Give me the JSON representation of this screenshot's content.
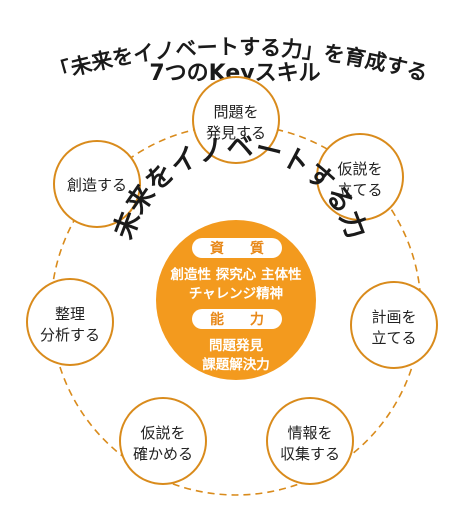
{
  "title": {
    "line1": "「未来をイノベートする力」を育成する",
    "line2": "7つのKeyスキル"
  },
  "arc_label": "未来をイノベートする力",
  "center": {
    "pill1": "資　質",
    "qualities_line1": "創造性 探究心 主体性",
    "qualities_line2": "チャレンジ精神",
    "pill2": "能　力",
    "abilities_line1": "問題発見",
    "abilities_line2": "課題解決力"
  },
  "skills": [
    {
      "id": "mondai",
      "line1": "問題を",
      "line2": "発見する"
    },
    {
      "id": "kasetsu-tateru",
      "line1": "仮説を",
      "line2": "立てる"
    },
    {
      "id": "keikaku",
      "line1": "計画を",
      "line2": "立てる"
    },
    {
      "id": "jouhou",
      "line1": "情報を",
      "line2": "収集する"
    },
    {
      "id": "kasetsu-tashikameru",
      "line1": "仮説を",
      "line2": "確かめる"
    },
    {
      "id": "seiri",
      "line1": "整理",
      "line2": "分析する"
    },
    {
      "id": "souzou",
      "line1": "創造する",
      "line2": ""
    }
  ],
  "colors": {
    "orange": "#f39a1e",
    "node_border": "#d98b1c",
    "dash": "#d98b1c",
    "text": "#1a1a1a"
  }
}
